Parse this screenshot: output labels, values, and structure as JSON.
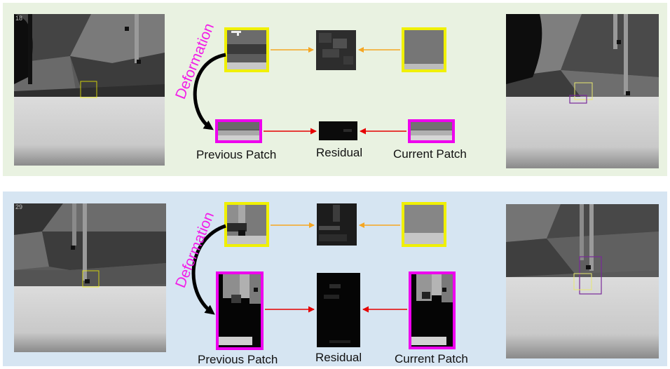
{
  "colors": {
    "panel_top": "#e9f2e1",
    "panel_bottom": "#d6e5f2",
    "yellow_box": "#f0f000",
    "magenta_box": "#ee00ee",
    "orange_arrow": "#f5a623",
    "red_arrow": "#e60000",
    "deformation_text": "#f21ee8"
  },
  "rows": [
    {
      "frame_number": "18",
      "deformation_label": "Deformation",
      "previous_patch_label": "Previous Patch",
      "residual_label": "Residual",
      "current_patch_label": "Current Patch"
    },
    {
      "frame_number": "29",
      "deformation_label": "Deformation",
      "previous_patch_label": "Previous Patch",
      "residual_label": "Residual",
      "current_patch_label": "Current Patch"
    }
  ]
}
